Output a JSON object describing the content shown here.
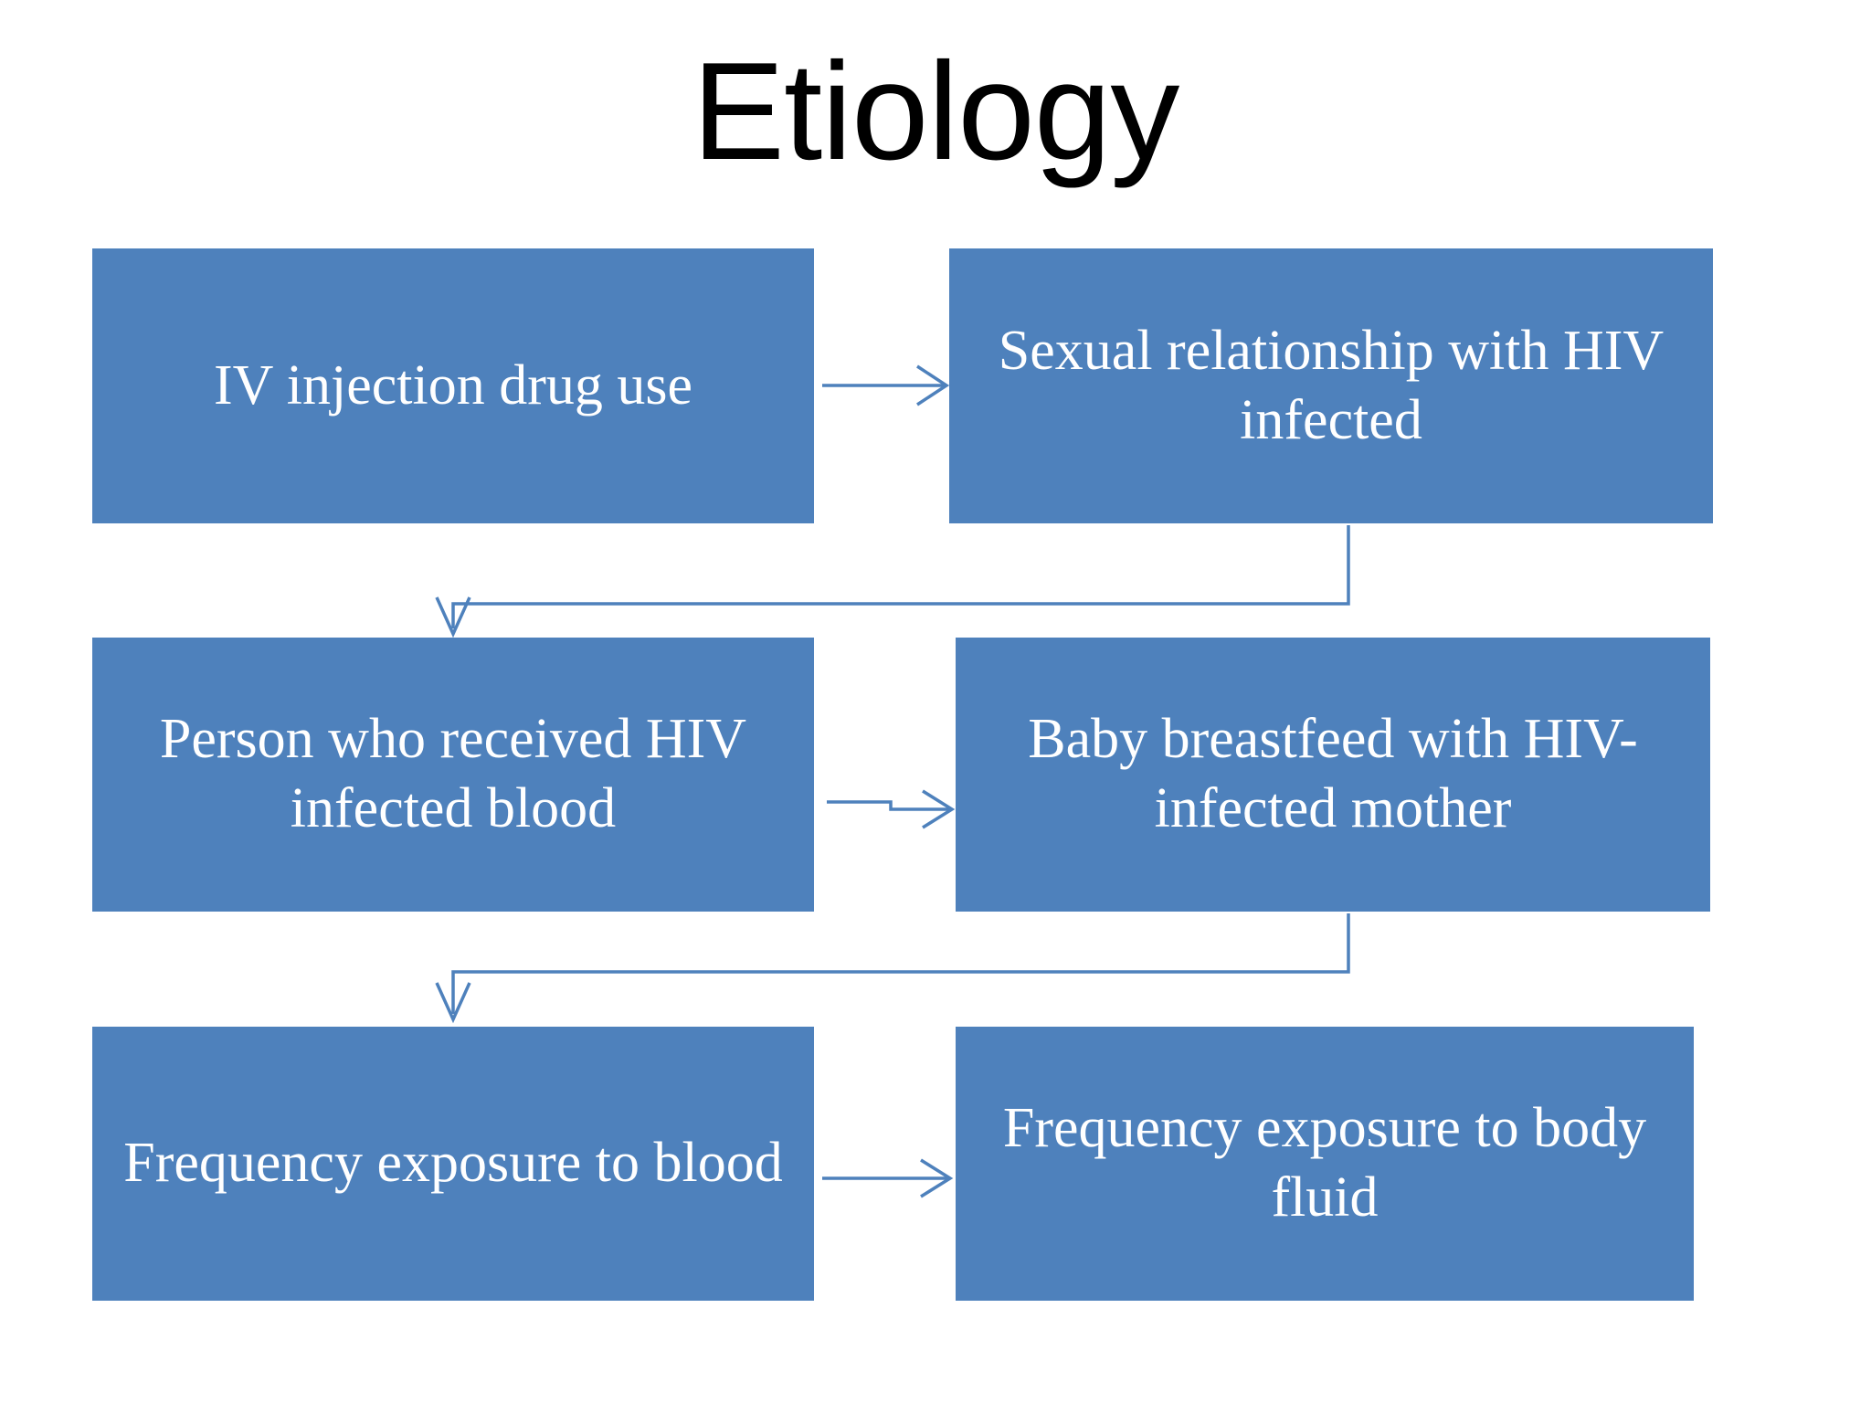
{
  "slide": {
    "title": "Etiology",
    "background_color": "#ffffff",
    "title_color": "#000000"
  },
  "theme": {
    "box_fill": "#4E81BC",
    "box_text_color": "#FFFFFF",
    "connector_color": "#4E81BC"
  },
  "diagram": {
    "type": "flowchart",
    "nodes": [
      {
        "id": "iv-drug-use",
        "lines": [
          "IV injection drug",
          "use"
        ],
        "text": "IV injection drug use",
        "row": 1,
        "column": "left"
      },
      {
        "id": "sexual-relation",
        "lines": [
          "Sexual relationship",
          "with HIV infected"
        ],
        "text": "Sexual relationship with HIV infected",
        "row": 1,
        "column": "right"
      },
      {
        "id": "received-blood",
        "lines": [
          "Person who",
          "received HIV",
          "infected blood"
        ],
        "text": "Person who received HIV infected blood",
        "row": 2,
        "column": "left"
      },
      {
        "id": "breastfeed",
        "lines": [
          "Baby breastfeed",
          "with HIV-infected",
          "mother"
        ],
        "text": "Baby breastfeed with HIV-infected mother",
        "row": 2,
        "column": "right"
      },
      {
        "id": "exposure-blood",
        "lines": [
          "Frequency exposure",
          "to blood"
        ],
        "text": "Frequency exposure to blood",
        "row": 3,
        "column": "left"
      },
      {
        "id": "exposure-fluid",
        "lines": [
          "Frequency exposure",
          "to body fluid"
        ],
        "text": "Frequency exposure to body fluid",
        "row": 3,
        "column": "right"
      }
    ],
    "connectors": [
      {
        "id": "arrow-row1",
        "from": "iv-drug-use",
        "to": "sexual-relation",
        "kind": "straight-arrow-right"
      },
      {
        "id": "elbow-row1-to-row2",
        "from": "sexual-relation",
        "to": "received-blood",
        "kind": "elbow-arrow-down-left"
      },
      {
        "id": "arrow-row2",
        "from": "received-blood",
        "to": "breastfeed",
        "kind": "stepped-arrow-right"
      },
      {
        "id": "elbow-row2-to-row3",
        "from": "breastfeed",
        "to": "exposure-blood",
        "kind": "elbow-arrow-down-left"
      },
      {
        "id": "arrow-row3",
        "from": "exposure-blood",
        "to": "exposure-fluid",
        "kind": "straight-arrow-right"
      }
    ]
  }
}
